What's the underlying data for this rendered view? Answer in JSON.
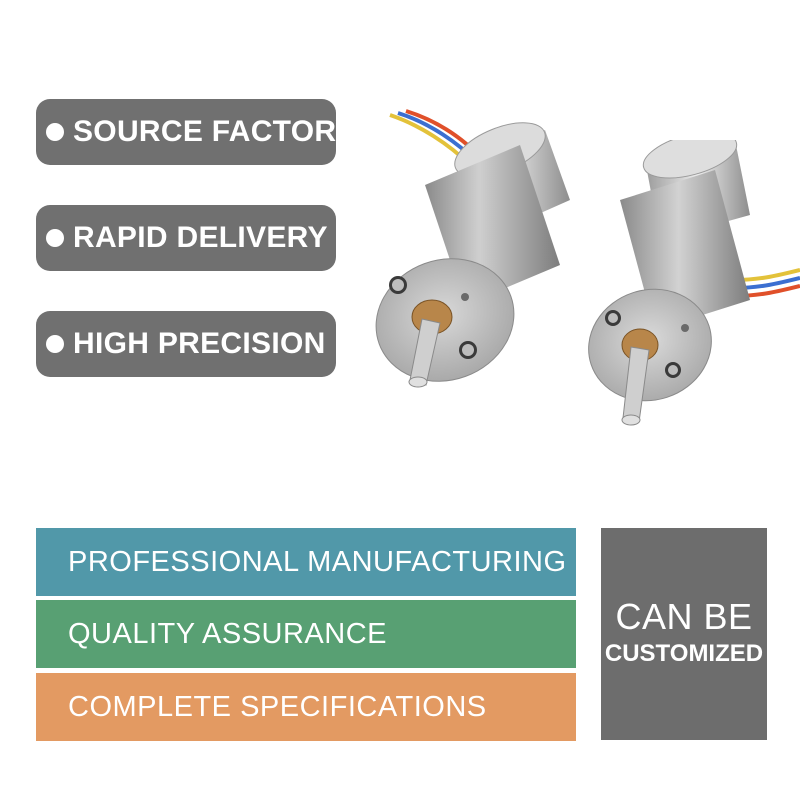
{
  "features": [
    {
      "label": "SOURCE FACTORY"
    },
    {
      "label": "RAPID DELIVERY"
    },
    {
      "label": "HIGH PRECISION"
    }
  ],
  "bands": [
    {
      "label": "PROFESSIONAL MANUFACTURING"
    },
    {
      "label": "QUALITY ASSURANCE"
    },
    {
      "label": "COMPLETE SPECIFICATIONS"
    }
  ],
  "custom": {
    "line1": "CAN BE",
    "line2": "CUSTOMIZED"
  },
  "colors": {
    "pill": "#707070",
    "band1": "#5198a9",
    "band2": "#58a073",
    "band3": "#e39a62",
    "custom": "#6d6d6d"
  },
  "icons": [
    "bullet-dot-icon",
    "gear-motor-image"
  ]
}
